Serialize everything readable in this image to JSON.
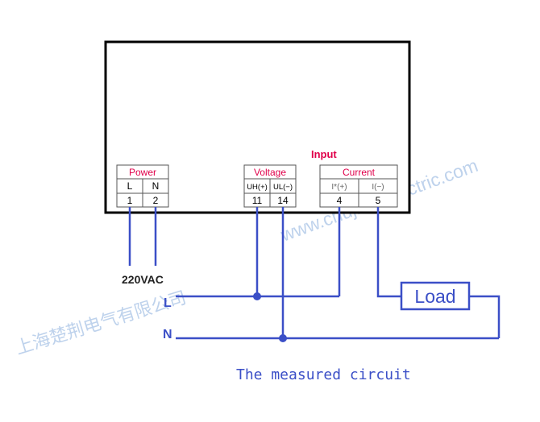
{
  "meter": {
    "input_label": "Input",
    "power": {
      "title": "Power",
      "terminals": [
        {
          "label": "L",
          "number": "1"
        },
        {
          "label": "N",
          "number": "2"
        }
      ]
    },
    "voltage": {
      "title": "Voltage",
      "terminals": [
        {
          "label": "UH(+)",
          "number": "11"
        },
        {
          "label": "UL(−)",
          "number": "14"
        }
      ]
    },
    "current": {
      "title": "Current",
      "terminals": [
        {
          "label": "I*(+)",
          "number": "4"
        },
        {
          "label": "I(−)",
          "number": "5"
        }
      ]
    }
  },
  "supply_label": "220VAC",
  "line_L": "L",
  "line_N": "N",
  "load_label": "Load",
  "caption": "The measured circuit",
  "watermark_cn": "上海楚荆电气有限公司",
  "watermark_url": "www.chujing-electric.com",
  "colors": {
    "wire": "#3b4fc7",
    "header_text": "#e0004a",
    "frame": "#000000",
    "watermark": "#a9c4e6"
  }
}
